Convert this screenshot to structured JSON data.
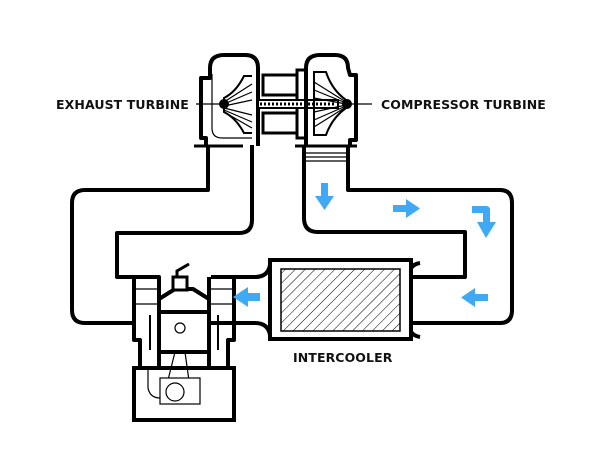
{
  "diagram": {
    "title": "Turbocharger with intercooler",
    "labels": {
      "exhaust_turbine": "EXHAUST TURBINE",
      "compressor_turbine": "COMPRESSOR TURBINE",
      "intercooler": "INTERCOOLER"
    },
    "colors": {
      "line": "#000000",
      "arrow": "#3fa9f5",
      "background": "#ffffff"
    },
    "components": [
      "exhaust-turbine",
      "compressor-turbine",
      "shaft",
      "intercooler",
      "engine-cylinder",
      "piston",
      "crankshaft"
    ],
    "flow_arrows": [
      {
        "name": "arrow-down",
        "direction": "down"
      },
      {
        "name": "arrow-right",
        "direction": "right"
      },
      {
        "name": "arrow-turn-down",
        "direction": "right-then-down"
      },
      {
        "name": "arrow-left-intercooler-in",
        "direction": "left"
      },
      {
        "name": "arrow-left-engine-in",
        "direction": "left"
      }
    ]
  }
}
